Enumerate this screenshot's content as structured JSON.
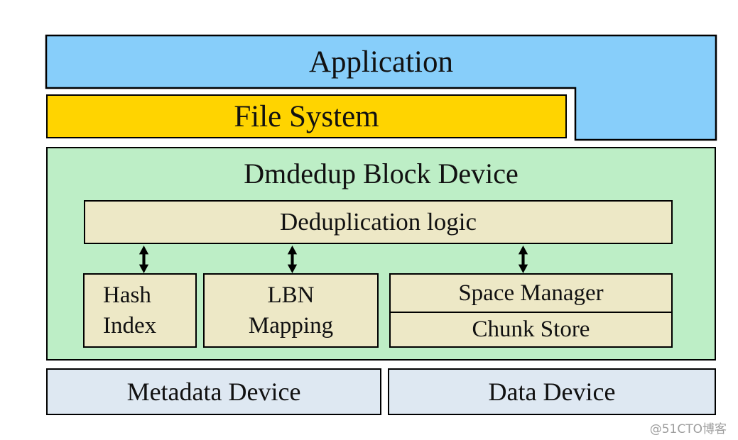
{
  "diagram": {
    "boxes": {
      "application": {
        "label": "Application",
        "fill": "#87CEFA"
      },
      "file_system": {
        "label": "File System",
        "fill": "#FFD400"
      },
      "dmdedup": {
        "label": "Dmdedup Block Device",
        "fill": "#BDEEC6"
      },
      "dedup_logic": {
        "label": "Deduplication logic",
        "fill": "#EDE8C6"
      },
      "hash_index": {
        "label": "Hash\nIndex",
        "fill": "#EDE8C6"
      },
      "lbn_mapping": {
        "label": "LBN\nMapping",
        "fill": "#EDE8C6"
      },
      "space_manager": {
        "label": "Space Manager",
        "fill": "#EDE8C6"
      },
      "chunk_store": {
        "label": "Chunk Store"
      },
      "metadata_device": {
        "label": "Metadata Device",
        "fill": "#DEE8F2"
      },
      "data_device": {
        "label": "Data Device",
        "fill": "#DEE8F2"
      }
    },
    "border_color": "#000000",
    "arrow_color": "#000000",
    "watermark": {
      "label": "@51CTO博客",
      "color": "#9C9C9C"
    }
  }
}
